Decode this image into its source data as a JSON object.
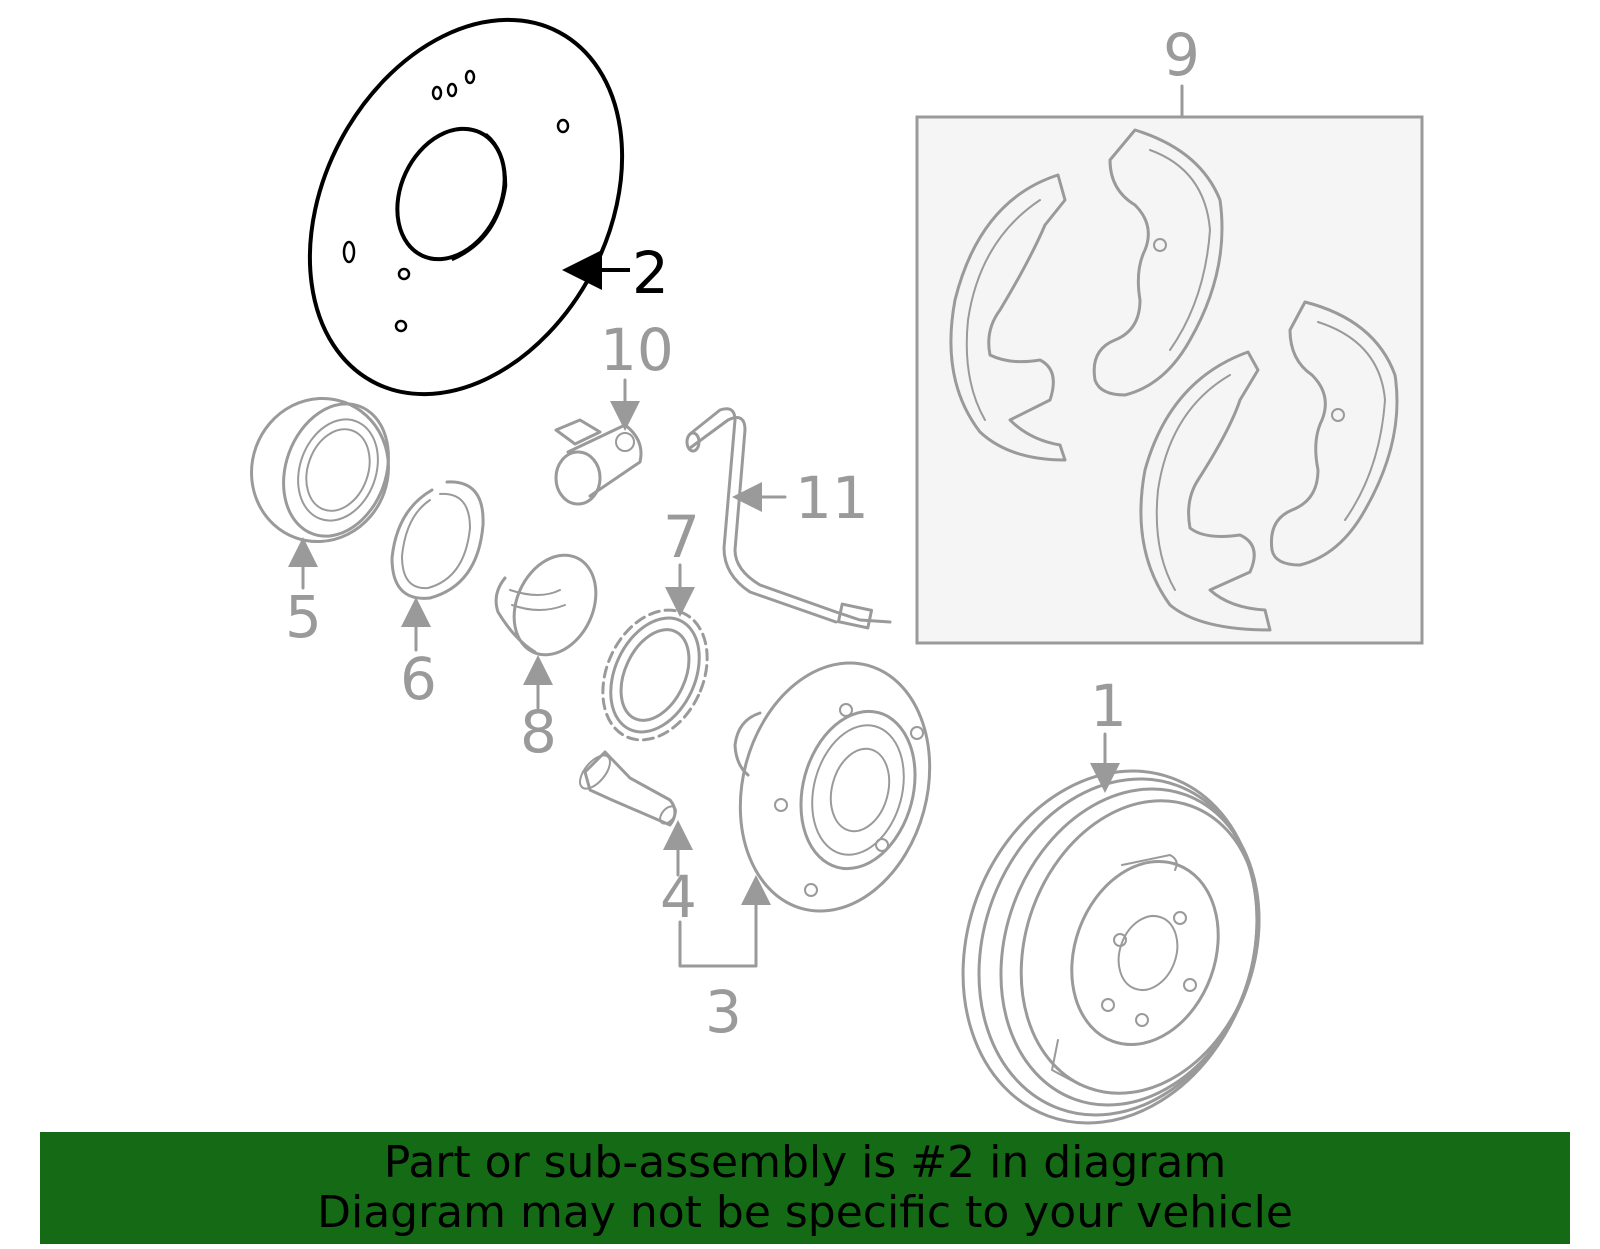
{
  "labels": {
    "part1": "1",
    "part2": "2",
    "part3": "3",
    "part4": "4",
    "part5": "5",
    "part6": "6",
    "part7": "7",
    "part8": "8",
    "part9": "9",
    "part10": "10",
    "part11": "11"
  },
  "highlighted_part": "2",
  "colors": {
    "highlight": "#000000",
    "parts": "#9a9a9a",
    "banner": "#156a15"
  },
  "banner": {
    "line1": "Part or sub-assembly is #2 in diagram",
    "line2": "Diagram may not be specific to your vehicle"
  }
}
